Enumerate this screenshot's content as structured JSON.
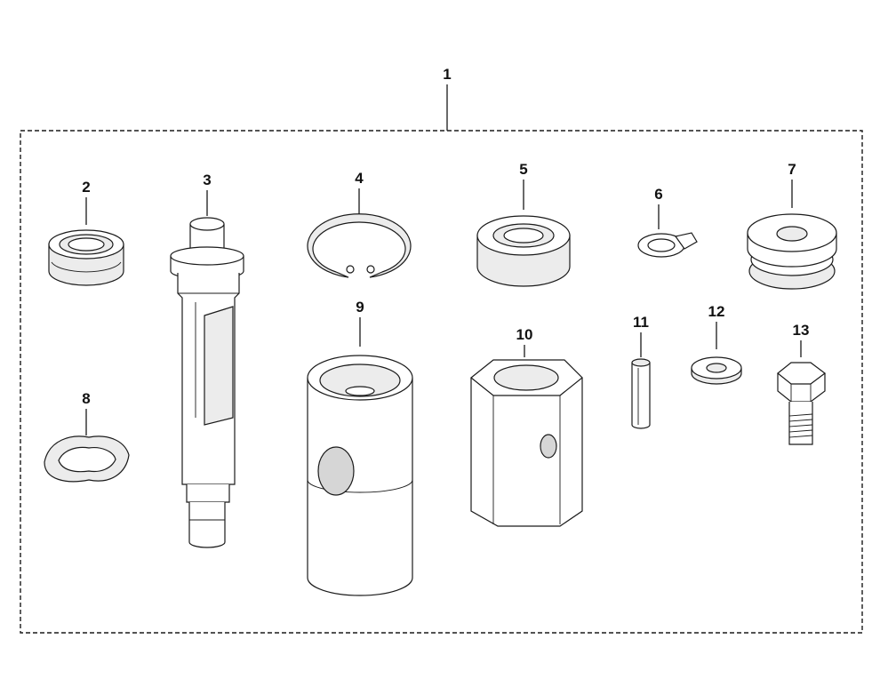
{
  "diagram": {
    "kit_callout": "1",
    "parts": [
      {
        "id": "bearing-small",
        "callout": "2"
      },
      {
        "id": "shaft",
        "callout": "3"
      },
      {
        "id": "retaining-ring",
        "callout": "4"
      },
      {
        "id": "bearing-large",
        "callout": "5"
      },
      {
        "id": "lock-washer",
        "callout": "6"
      },
      {
        "id": "damper",
        "callout": "7"
      },
      {
        "id": "wave-washer",
        "callout": "8"
      },
      {
        "id": "cylinder-sleeve",
        "callout": "9"
      },
      {
        "id": "hex-nut-block",
        "callout": "10"
      },
      {
        "id": "roll-pin",
        "callout": "11"
      },
      {
        "id": "flat-washer",
        "callout": "12"
      },
      {
        "id": "hex-bolt",
        "callout": "13"
      }
    ]
  }
}
